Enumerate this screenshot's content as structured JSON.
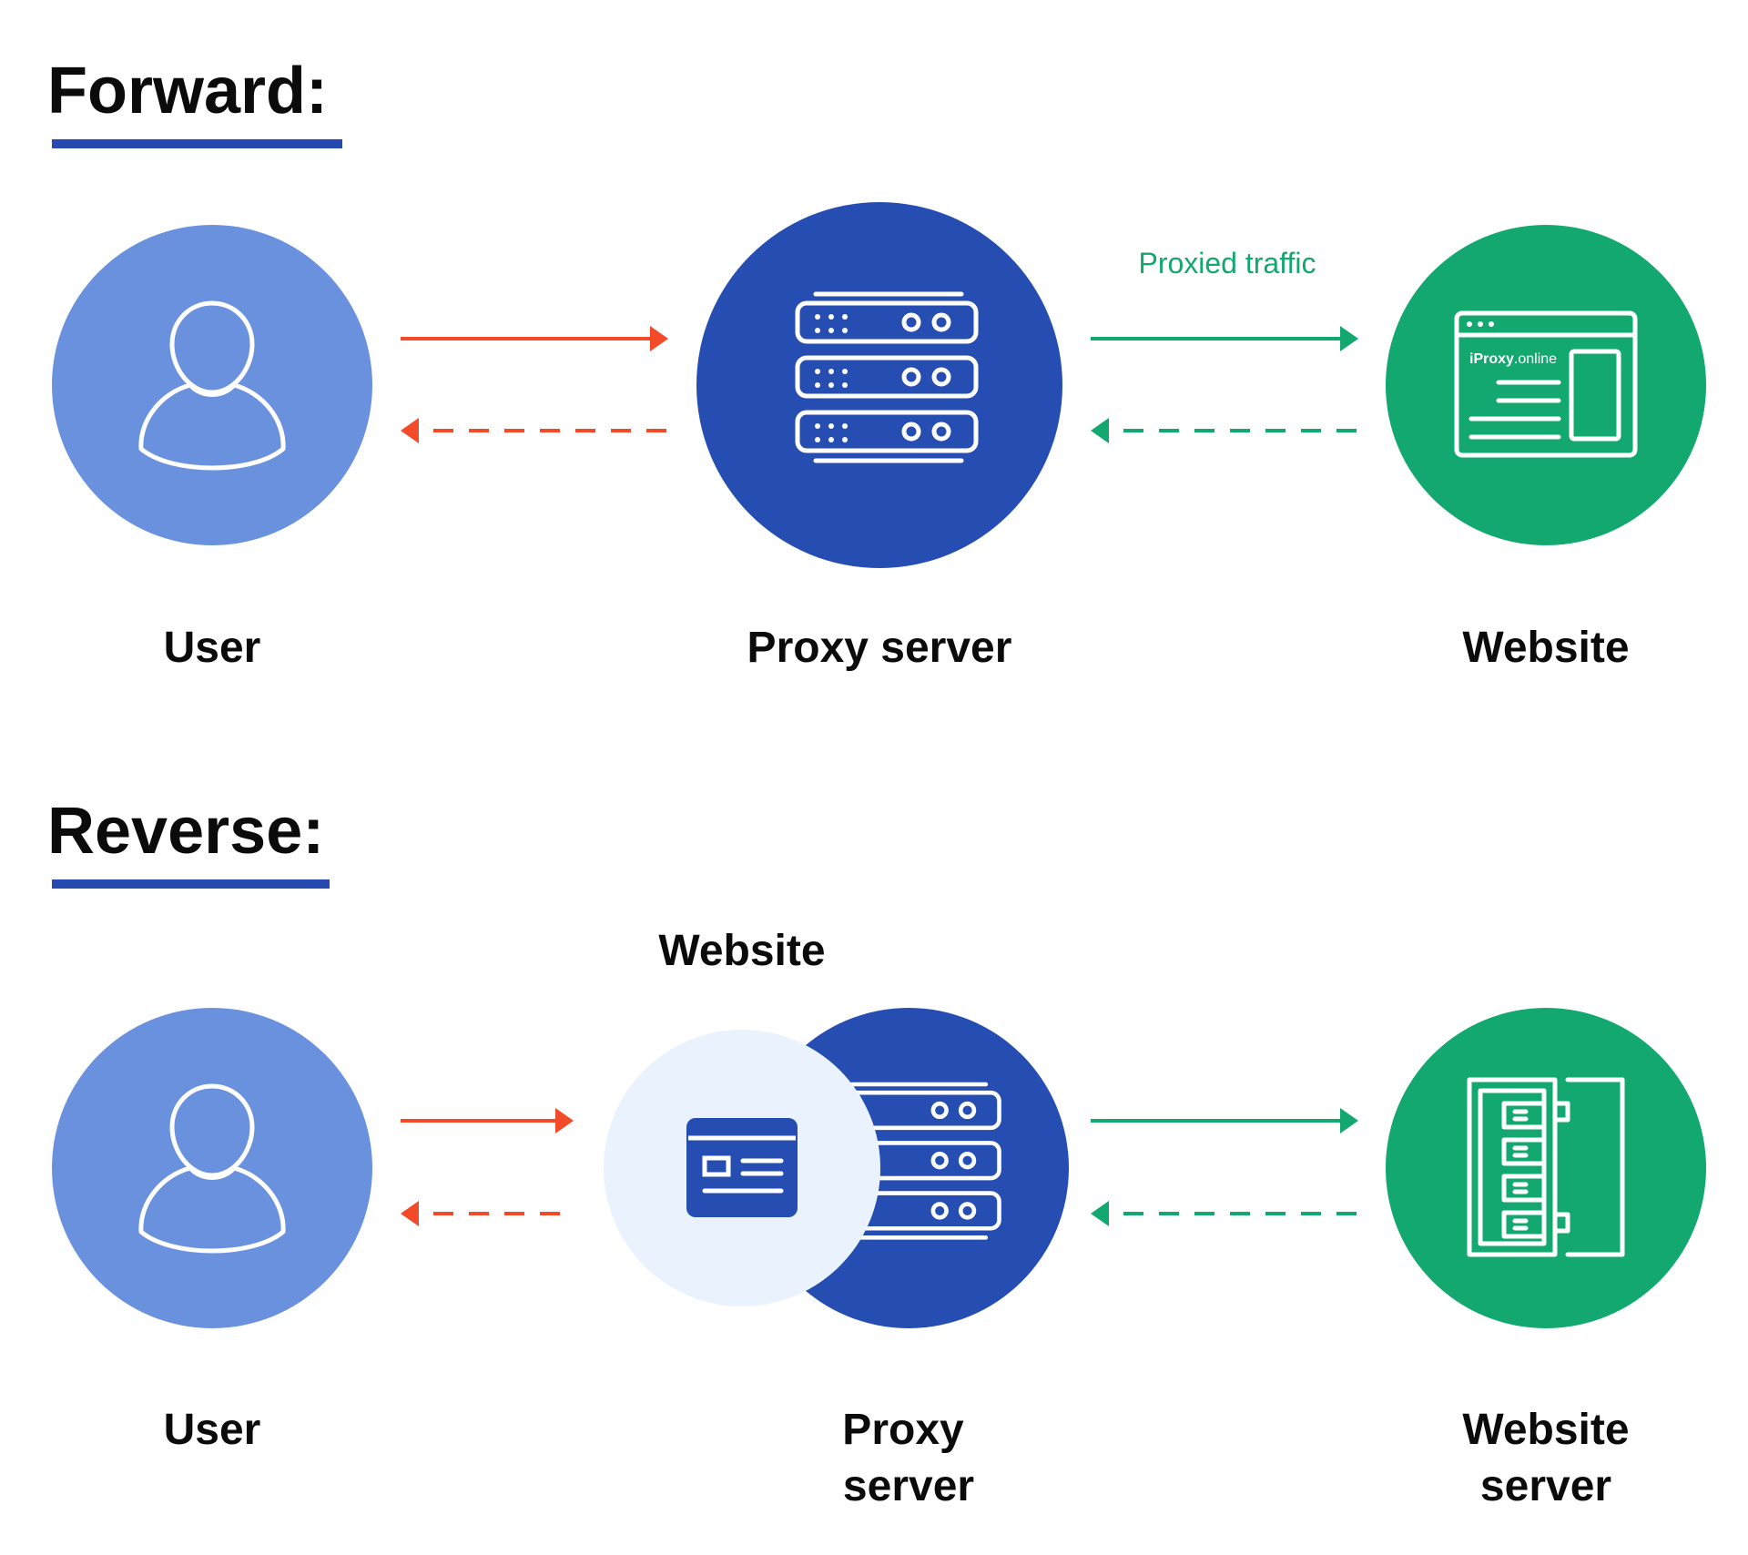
{
  "colors": {
    "title_underline": "#2649B2",
    "user_circle": "#6A91DD",
    "proxy_circle": "#254DB2",
    "website_circle": "#12A86F",
    "website_badge_circle": "#EAF3FD",
    "request_arrow": "#F34A2A",
    "response_arrow": "#12A86F",
    "icon_stroke": "#FFFFFF",
    "text": "#0B0B0B"
  },
  "forward": {
    "title": "Forward:",
    "flow_label": "Proxied traffic",
    "nodes": {
      "user": {
        "label": "User",
        "icon": "user-icon"
      },
      "proxy": {
        "label": "Proxy server",
        "icon": "server-rack-icon"
      },
      "website": {
        "label": "Website",
        "icon": "browser-window-icon",
        "logo_brand": "iProxy",
        "logo_domain": ".online"
      }
    }
  },
  "reverse": {
    "title": "Reverse:",
    "website_badge_label": "Website",
    "website_badge_icon": "website-card-icon",
    "nodes": {
      "user": {
        "label": "User",
        "icon": "user-icon"
      },
      "proxy": {
        "label_line1": "Proxy",
        "label_line2": "server",
        "icon": "server-rack-icon"
      },
      "website_server": {
        "label_line1": "Website",
        "label_line2": "server",
        "icon": "server-cabinet-icon"
      }
    }
  }
}
